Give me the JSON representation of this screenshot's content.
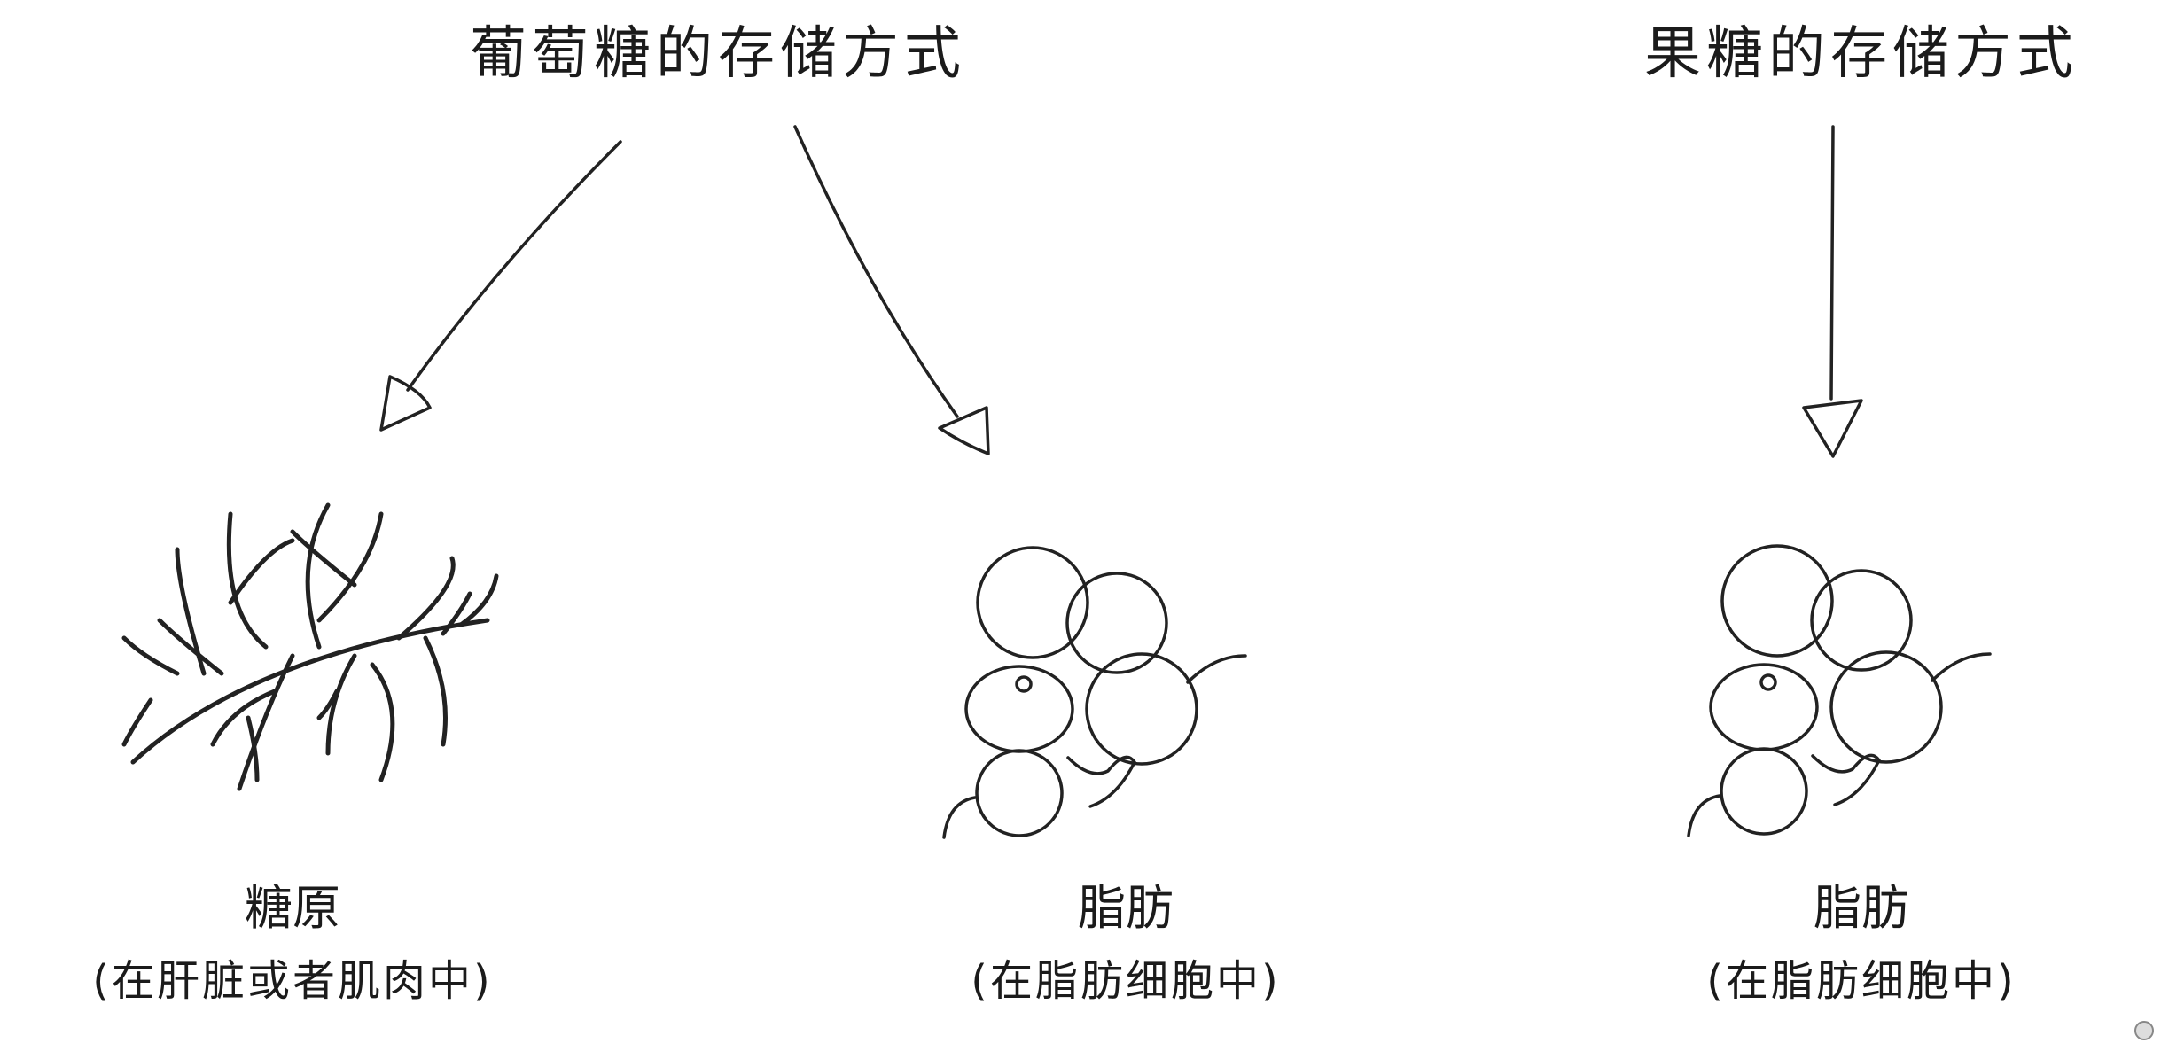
{
  "titles": {
    "glucose": "葡萄糖的存储方式",
    "fructose": "果糖的存储方式"
  },
  "labels": {
    "glycogen": {
      "name": "糖原",
      "location": "(在肝脏或者肌肉中)"
    },
    "fat_from_glucose": {
      "name": "脂肪",
      "location": "(在脂肪细胞中)"
    },
    "fat_from_fructose": {
      "name": "脂肪",
      "location": "(在脂肪细胞中)"
    }
  }
}
